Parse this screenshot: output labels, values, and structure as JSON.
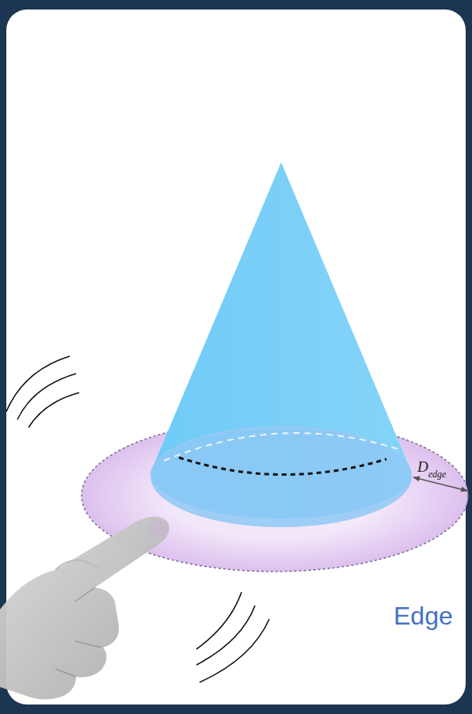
{
  "diagram": {
    "labels": [
      "D",
      "edge",
      "Edge"
    ]
  }
}
